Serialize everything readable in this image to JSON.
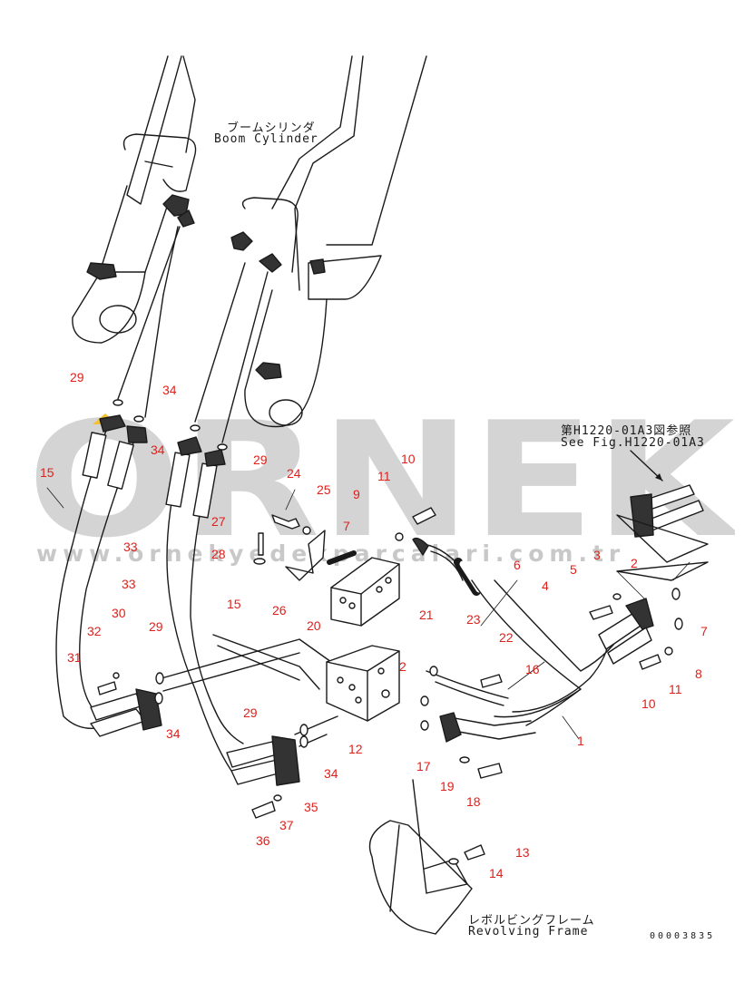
{
  "labels": {
    "boom_jp": "ブームシリンダ",
    "boom_en": "Boom Cylinder",
    "ref_jp": "第H1220-01A3図参照",
    "ref_en": "See Fig.H1220-01A3",
    "frame_jp": "レボルビングフレーム",
    "frame_en": "Revolving Frame",
    "doc_number": "00003835"
  },
  "watermark": {
    "brand": "ÖRNEK",
    "url": "www.ornekyedekparcalari.com.tr",
    "color": "#cfcfcf"
  },
  "colors": {
    "line": "#1a1a1a",
    "part_number": "#e0201b",
    "accent": "#f2c230"
  },
  "callouts": [
    "29",
    "34",
    "34",
    "29",
    "15",
    "33",
    "24",
    "25",
    "27",
    "28",
    "26",
    "7",
    "9",
    "11",
    "10",
    "20",
    "33",
    "15",
    "30",
    "32",
    "29",
    "31",
    "34",
    "21",
    "23",
    "22",
    "2",
    "16",
    "6",
    "4",
    "5",
    "3",
    "2",
    "7",
    "8",
    "10",
    "11",
    "1",
    "29",
    "12",
    "34",
    "17",
    "19",
    "18",
    "35",
    "37",
    "36",
    "13",
    "14"
  ]
}
